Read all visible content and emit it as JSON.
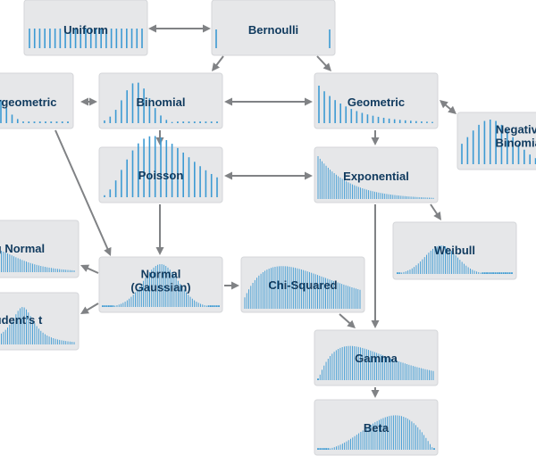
{
  "nodes": [
    {
      "id": "uniform",
      "label": [
        "Uniform"
      ],
      "plot": "uniform"
    },
    {
      "id": "bernoulli",
      "label": [
        "Bernoulli"
      ],
      "plot": "bernoulli"
    },
    {
      "id": "hypergeometric",
      "label": [
        "Hypergeometric"
      ],
      "plot": "hypergeometric"
    },
    {
      "id": "binomial",
      "label": [
        "Binomial"
      ],
      "plot": "binomial"
    },
    {
      "id": "geometric",
      "label": [
        "Geometric"
      ],
      "plot": "geometric"
    },
    {
      "id": "negative-binomial",
      "label": [
        "Negative",
        "Binomial"
      ],
      "plot": "negbinomial"
    },
    {
      "id": "poisson",
      "label": [
        "Poisson"
      ],
      "plot": "poisson"
    },
    {
      "id": "exponential",
      "label": [
        "Exponential"
      ],
      "plot": "exponential"
    },
    {
      "id": "weibull",
      "label": [
        "Weibull"
      ],
      "plot": "weibull"
    },
    {
      "id": "log-normal",
      "label": [
        "Log Normal"
      ],
      "plot": "lognormal"
    },
    {
      "id": "normal",
      "label": [
        "Normal",
        "(Gaussian)"
      ],
      "plot": "normal"
    },
    {
      "id": "chi-squared",
      "label": [
        "Chi-Squared"
      ],
      "plot": "chisquared"
    },
    {
      "id": "students-t",
      "label": [
        "Student’s t"
      ],
      "plot": "studentt"
    },
    {
      "id": "gamma",
      "label": [
        "Gamma"
      ],
      "plot": "gamma"
    },
    {
      "id": "beta",
      "label": [
        "Beta"
      ],
      "plot": "beta"
    }
  ],
  "edges": [
    {
      "from": "uniform",
      "to": "bernoulli",
      "direction": "both"
    },
    {
      "from": "bernoulli",
      "to": "binomial",
      "direction": "forward"
    },
    {
      "from": "bernoulli",
      "to": "geometric",
      "direction": "forward"
    },
    {
      "from": "hypergeometric",
      "to": "binomial",
      "direction": "both"
    },
    {
      "from": "binomial",
      "to": "geometric",
      "direction": "both"
    },
    {
      "from": "geometric",
      "to": "negative-binomial",
      "direction": "both"
    },
    {
      "from": "binomial",
      "to": "poisson",
      "direction": "forward"
    },
    {
      "from": "geometric",
      "to": "exponential",
      "direction": "forward"
    },
    {
      "from": "poisson",
      "to": "exponential",
      "direction": "both"
    },
    {
      "from": "hypergeometric",
      "to": "normal",
      "direction": "forward"
    },
    {
      "from": "poisson",
      "to": "normal",
      "direction": "forward"
    },
    {
      "from": "exponential",
      "to": "weibull",
      "direction": "forward"
    },
    {
      "from": "exponential",
      "to": "gamma",
      "direction": "forward"
    },
    {
      "from": "normal",
      "to": "log-normal",
      "direction": "forward"
    },
    {
      "from": "normal",
      "to": "chi-squared",
      "direction": "forward"
    },
    {
      "from": "normal",
      "to": "students-t",
      "direction": "forward"
    },
    {
      "from": "chi-squared",
      "to": "gamma",
      "direction": "forward"
    },
    {
      "from": "gamma",
      "to": "beta",
      "direction": "forward"
    }
  ],
  "colors": {
    "box_fill": "#e6e7e9",
    "bar": "#3c9ad3",
    "label": "#103a5e",
    "arrow": "#808285"
  }
}
